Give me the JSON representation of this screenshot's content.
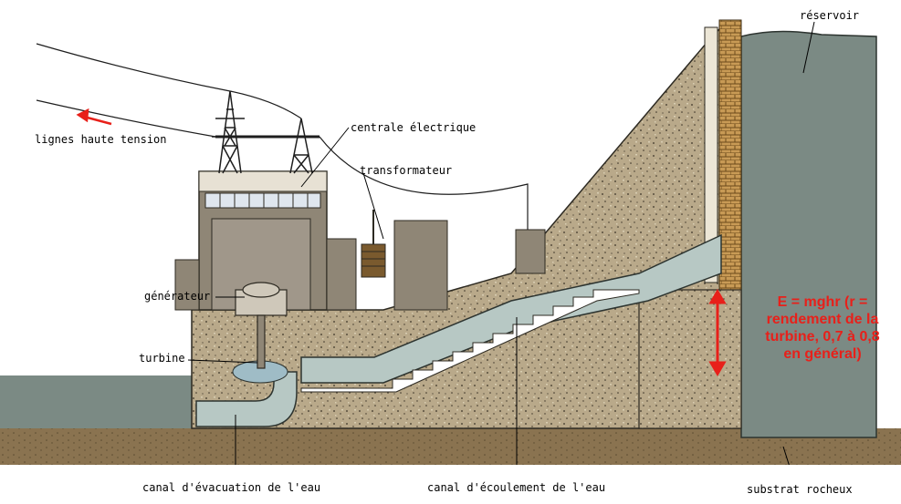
{
  "labels": {
    "reservoir": "réservoir",
    "power_lines": "lignes haute tension",
    "power_station": "centrale électrique",
    "transformer": "transformateur",
    "generator": "générateur",
    "turbine": "turbine",
    "outlet_channel": "canal d'évacuation de l'eau",
    "penstock": "canal d'écoulement de l'eau",
    "bedrock": "substrat rocheux"
  },
  "formula": {
    "lines": [
      "E = mghr (r =",
      "rendement de la",
      "turbine, 0,7 à 0,8",
      "en général)"
    ],
    "color": "#e8201a"
  },
  "colors": {
    "concrete": "#b9a98a",
    "rock": "#7b8a84",
    "water": "#b7c8c4",
    "ground": "#8a7350",
    "building": "#8f8676",
    "brick": "#c89a55",
    "arrow": "#e8201a"
  }
}
